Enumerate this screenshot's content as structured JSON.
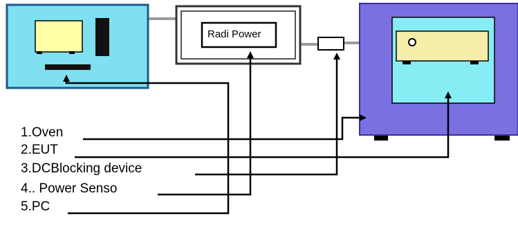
{
  "diagram": {
    "power_meter_label": "Radi Power",
    "legend": [
      "1.Oven",
      "2.EUT",
      "3.DCBlocking device",
      "4.. Power Senso",
      "5.PC"
    ],
    "colors": {
      "pc_frame": "#7fe0f0",
      "pc_monitor": "#ffffa6",
      "oven_body": "#7b70e2",
      "oven_window": "#88ecf4",
      "eut_body": "#f5eda8",
      "cable": "#999999",
      "leader_line": "#000000"
    }
  }
}
